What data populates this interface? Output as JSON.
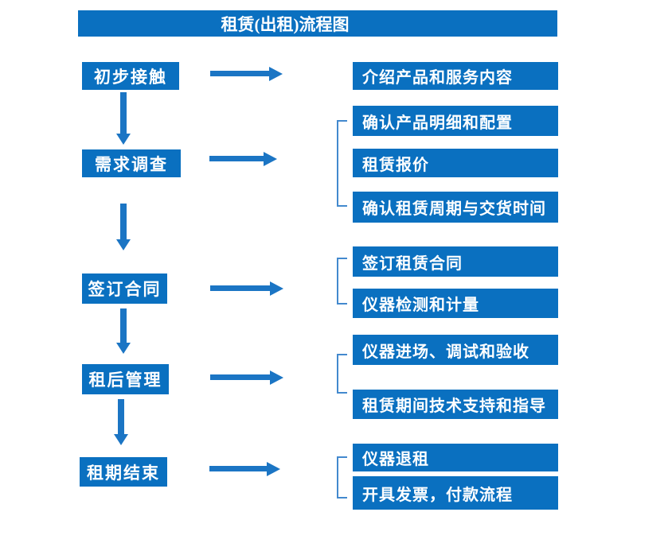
{
  "title": "租赁(出租)流程图",
  "colors": {
    "box_blue": "#0A70C0",
    "arrow_blue": "#1B75C4",
    "bracket_blue": "#4389CE",
    "text_white": "#FFFFFF",
    "background": "#FFFFFF"
  },
  "steps": [
    {
      "label": "初步接触",
      "details": [
        "介绍产品和服务内容"
      ]
    },
    {
      "label": "需求调查",
      "details": [
        "确认产品明细和配置",
        "租赁报价",
        "确认租赁周期与交货时间"
      ]
    },
    {
      "label": "签订合同",
      "details": [
        "签订租赁合同",
        "仪器检测和计量"
      ]
    },
    {
      "label": "租后管理",
      "details": [
        "仪器进场、调试和验收",
        "租赁期间技术支持和指导"
      ]
    },
    {
      "label": "租期结束",
      "details": [
        "仪器退租",
        "开具发票，付款流程"
      ]
    }
  ]
}
